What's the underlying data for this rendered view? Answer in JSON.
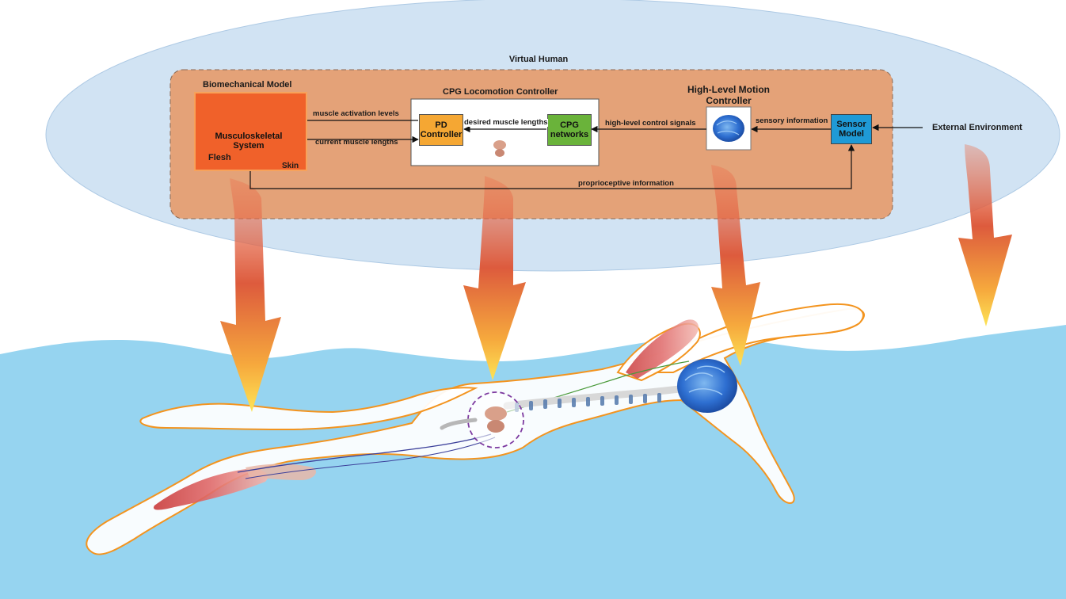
{
  "virtual_human_label": "Virtual Human",
  "biomechanical_model": {
    "title": "Biomechanical Model",
    "inner_label": "Musculoskeletal System",
    "flesh_label": "Flesh",
    "skin_label": "Skin"
  },
  "cpg_controller": {
    "title": "CPG Locomotion Controller",
    "pd_label": "PD Controller",
    "cpg_label": "CPG networks"
  },
  "high_level_controller": {
    "title": "High-Level Motion Controller"
  },
  "sensor_model": {
    "label": "Sensor Model"
  },
  "external_environment": "External Environment",
  "signals": {
    "muscle_activation": "muscle activation levels",
    "current_lengths": "current muscle lengths",
    "desired_lengths": "desired muscle lengths",
    "high_level_control": "high-level control signals",
    "sensory_info": "sensory information",
    "proprioceptive": "proprioceptive information"
  },
  "colors": {
    "cloud": "#cfe2f3",
    "panel": "#e4a278",
    "biomech_box": "#f0612a",
    "pd_box": "#f5a733",
    "cpg_box": "#6ab33a",
    "sensor_box": "#1f9ad6",
    "water": "#96d4f0",
    "body_outline": "#f3941f"
  }
}
